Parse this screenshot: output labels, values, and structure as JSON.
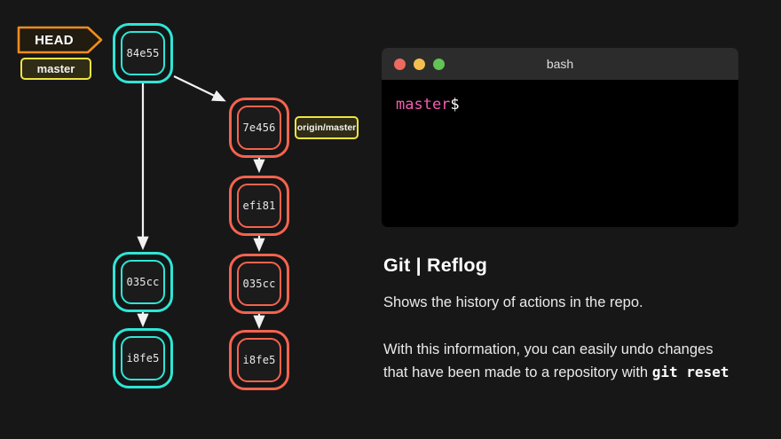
{
  "graph": {
    "head_label": "HEAD",
    "tags": [
      {
        "name": "master",
        "label": "master"
      },
      {
        "name": "origin-master",
        "label": "origin/master"
      }
    ],
    "local_branch_color": "#2ee6d6",
    "remote_branch_color": "#f4634f",
    "tag_border_color": "#f0e442",
    "head_border_color": "#f08c1e",
    "local_commits": [
      {
        "hash": "84e55"
      },
      {
        "hash": "035cc"
      },
      {
        "hash": "i8fe5"
      }
    ],
    "remote_commits": [
      {
        "hash": "7e456"
      },
      {
        "hash": "efi81"
      },
      {
        "hash": "035cc"
      },
      {
        "hash": "i8fe5"
      }
    ]
  },
  "terminal": {
    "title": "bash",
    "prompt_branch": "master",
    "prompt_sign": "$",
    "buttons": [
      {
        "name": "close",
        "color": "#ed6a5e"
      },
      {
        "name": "minimize",
        "color": "#f4bd4f"
      },
      {
        "name": "maximize",
        "color": "#61c455"
      }
    ]
  },
  "content": {
    "heading": "Git | Reflog",
    "subtitle": "Shows the history of actions in the repo.",
    "paragraph_before": "With this information, you can easily undo changes that have been made to a repository with ",
    "paragraph_code": "git reset"
  }
}
